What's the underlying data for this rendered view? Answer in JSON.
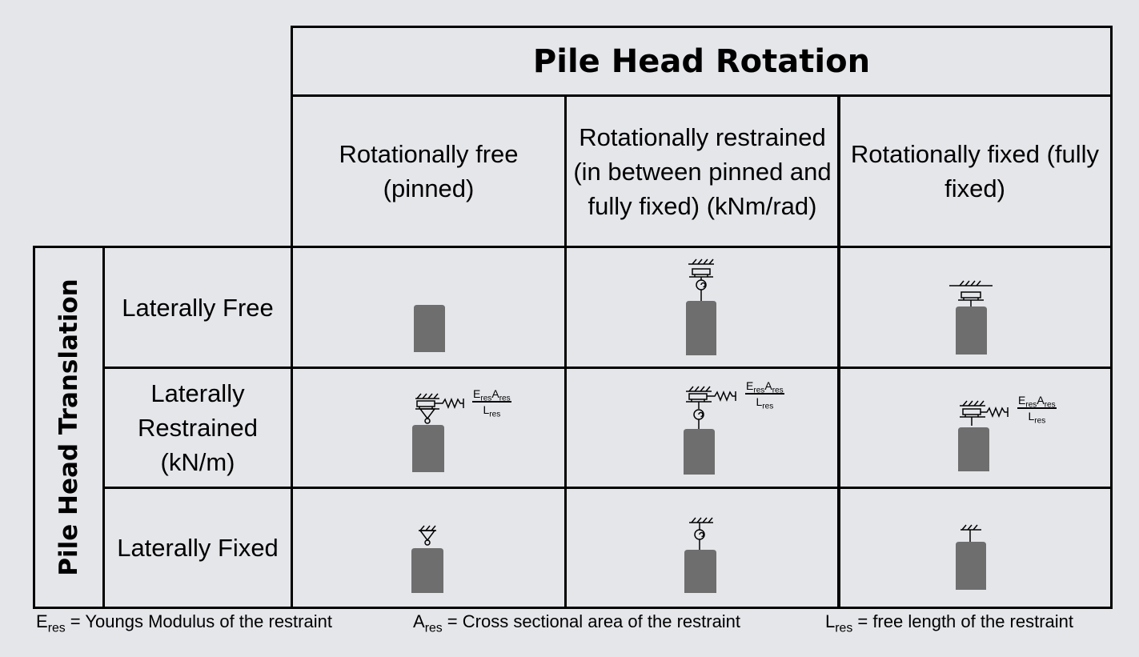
{
  "title": "Pile Head Rotation",
  "side_title": "Pile Head Translation",
  "columns": [
    "Rotationally free (pinned)",
    "Rotationally restrained (in between pinned and fully fixed) (kNm/rad)",
    "Rotationally fixed (fully fixed)"
  ],
  "rows": [
    "Laterally Free",
    "Laterally Restrained (kN/m)",
    "Laterally Fixed"
  ],
  "formula": {
    "E": "E",
    "A": "A",
    "L": "L",
    "sub": "res"
  },
  "legend": [
    {
      "sym": "E",
      "sub": "res",
      "text": " = Youngs Modulus of the restraint"
    },
    {
      "sym": "A",
      "sub": "res",
      "text": " = Cross sectional area of the restraint"
    },
    {
      "sym": "L",
      "sub": "res",
      "text": " = free length of the restraint"
    }
  ],
  "colors": {
    "pile": "#6e6e6e",
    "background": "#e5e6ea",
    "line": "#000000"
  }
}
